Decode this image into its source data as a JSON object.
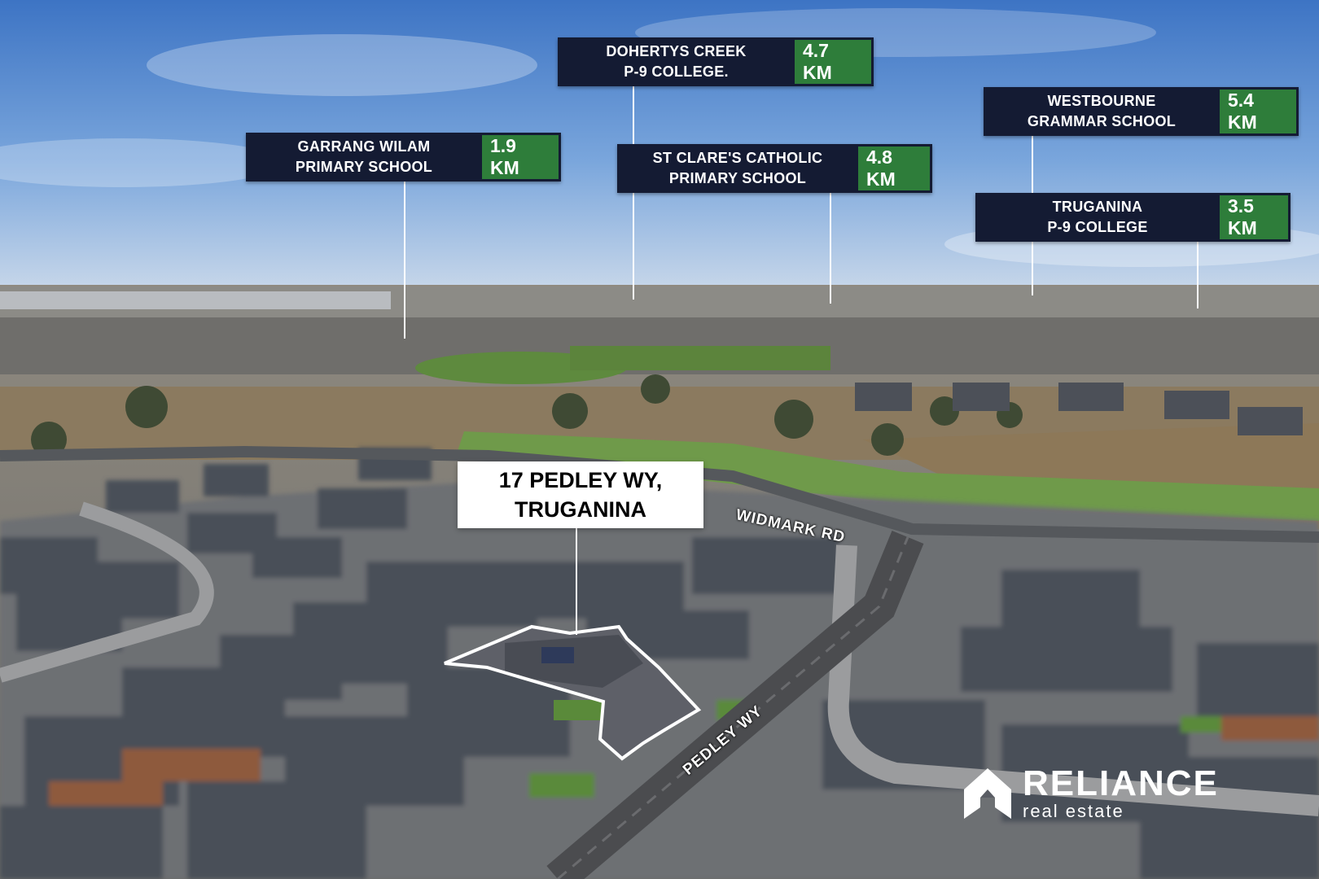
{
  "schools": [
    {
      "name_line1": "GARRANG WILAM",
      "name_line2": "PRIMARY SCHOOL",
      "distance": "1.9 KM"
    },
    {
      "name_line1": "DOHERTYS CREEK",
      "name_line2": "P-9 COLLEGE.",
      "distance": "4.7 KM"
    },
    {
      "name_line1": "ST CLARE'S CATHOLIC",
      "name_line2": "PRIMARY SCHOOL",
      "distance": "4.8 KM"
    },
    {
      "name_line1": "WESTBOURNE",
      "name_line2": "GRAMMAR SCHOOL",
      "distance": "5.4 KM"
    },
    {
      "name_line1": "TRUGANINA",
      "name_line2": "P-9 COLLEGE",
      "distance": "3.5 KM"
    }
  ],
  "property": {
    "line1": "17 PEDLEY WY,",
    "line2": "TRUGANINA"
  },
  "roads": {
    "widmark": "WIDMARK RD",
    "pedley": "PEDLEY WY"
  },
  "logo": {
    "brand": "RELIANCE",
    "tagline": "real estate",
    "icon": "house-logo-icon"
  },
  "colors": {
    "label_bg": "#141b33",
    "distance_bg": "#2e7d3a"
  }
}
